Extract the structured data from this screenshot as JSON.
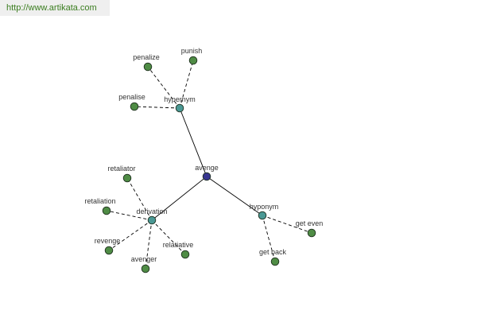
{
  "source": {
    "url_text": "http://www.artikata.com",
    "link_color": "#3a7d1f"
  },
  "graph": {
    "colors": {
      "root": "#37368f",
      "relation": "#4a9894",
      "word": "#4f8c45"
    },
    "root": {
      "id": "avenge",
      "label": "avenge"
    },
    "relations": [
      {
        "id": "hypernym",
        "label": "hypernym",
        "parent": "avenge"
      },
      {
        "id": "derivation",
        "label": "derivation",
        "parent": "avenge"
      },
      {
        "id": "hyponym",
        "label": "hyponym",
        "parent": "avenge"
      }
    ],
    "words": [
      {
        "id": "penalize",
        "label": "penalize",
        "parent": "hypernym"
      },
      {
        "id": "punish",
        "label": "punish",
        "parent": "hypernym"
      },
      {
        "id": "penalise",
        "label": "penalise",
        "parent": "hypernym"
      },
      {
        "id": "retaliator",
        "label": "retaliator",
        "parent": "derivation"
      },
      {
        "id": "retaliation",
        "label": "retaliation",
        "parent": "derivation"
      },
      {
        "id": "revenge",
        "label": "revenge",
        "parent": "derivation"
      },
      {
        "id": "avenger",
        "label": "avenger",
        "parent": "derivation"
      },
      {
        "id": "relatiative",
        "label": "relatiative",
        "parent": "derivation"
      },
      {
        "id": "get-even",
        "label": "get even",
        "parent": "hyponym"
      },
      {
        "id": "get-back",
        "label": "get back",
        "parent": "hyponym"
      }
    ]
  }
}
